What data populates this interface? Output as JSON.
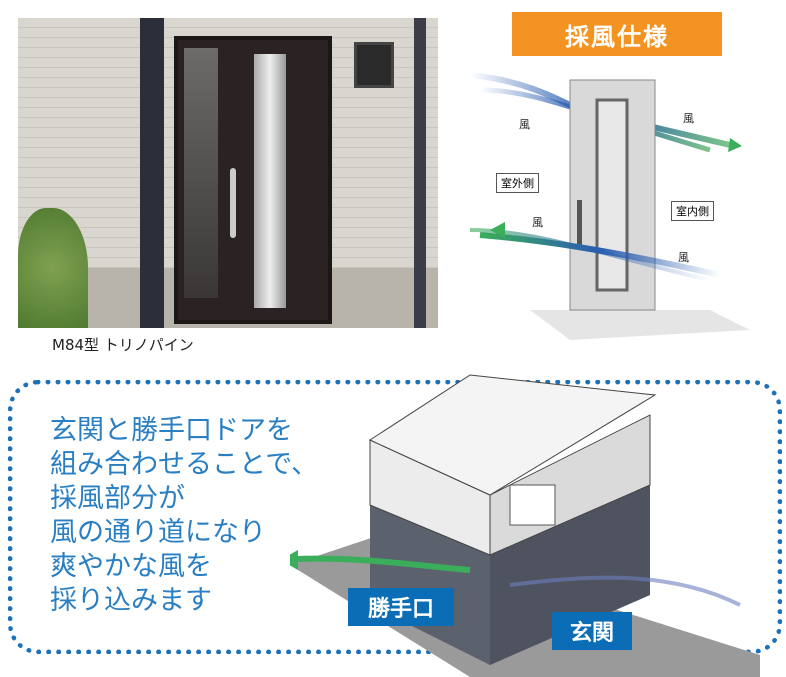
{
  "photo": {
    "caption": "M84型 トリノパイン"
  },
  "diagram": {
    "title": "採風仕様",
    "wind_label": "風",
    "outside_label": "室外側",
    "inside_label": "室内側"
  },
  "colors": {
    "orange": "#f39322",
    "blue": "#1d71b8",
    "text_blue": "#2a7fc2"
  },
  "message": {
    "lines": [
      "玄関と勝手口ドアを",
      "組み合わせることで、",
      "採風部分が",
      "風の通り道になり",
      "爽やかな風を",
      "採り込みます"
    ]
  },
  "house": {
    "back_door_label": "勝手口",
    "entrance_label": "玄関"
  }
}
